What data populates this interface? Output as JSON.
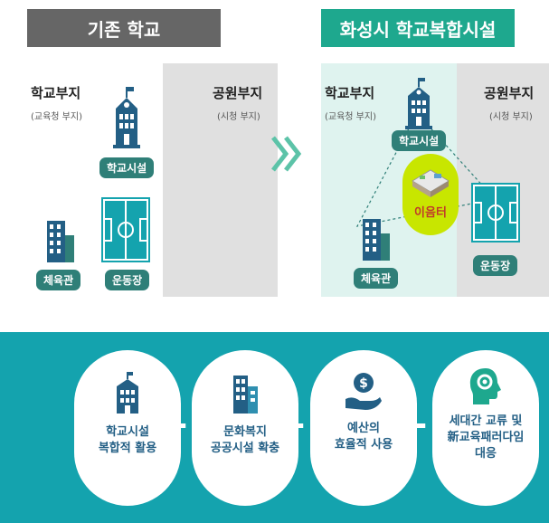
{
  "header": {
    "left_title": "기존 학교",
    "right_title": "화성시 학교복합시설"
  },
  "left_panel": {
    "school_zone_title": "학교부지",
    "school_zone_sub": "(교육청 부지)",
    "park_zone_title": "공원부지",
    "park_zone_sub": "(시청 부지)",
    "school_facility": "학교시설",
    "gym": "체육관",
    "playground": "운동장"
  },
  "right_panel": {
    "school_zone_title": "학교부지",
    "school_zone_sub": "(교육청 부지)",
    "park_zone_title": "공원부지",
    "park_zone_sub": "(시청 부지)",
    "school_facility": "학교시설",
    "gym": "체육관",
    "playground": "운동장",
    "center": "이음터"
  },
  "benefits": [
    {
      "text": "학교시설\n복합적 활용",
      "icon": "school-building-icon"
    },
    {
      "text": "문화복지\n공공시설 확충",
      "icon": "buildings-icon"
    },
    {
      "text": "예산의\n효율적 사용",
      "icon": "money-hand-icon"
    },
    {
      "text": "세대간 교류 및\n新교육패러다임\n대응",
      "icon": "head-gear-icon"
    }
  ],
  "plus_sign": "+",
  "colors": {
    "gray_banner": "#666666",
    "green_banner": "#1ea88e",
    "teal_pill": "#2f7f78",
    "bottom_bg": "#14a3ae",
    "icon_blue": "#235f85"
  }
}
